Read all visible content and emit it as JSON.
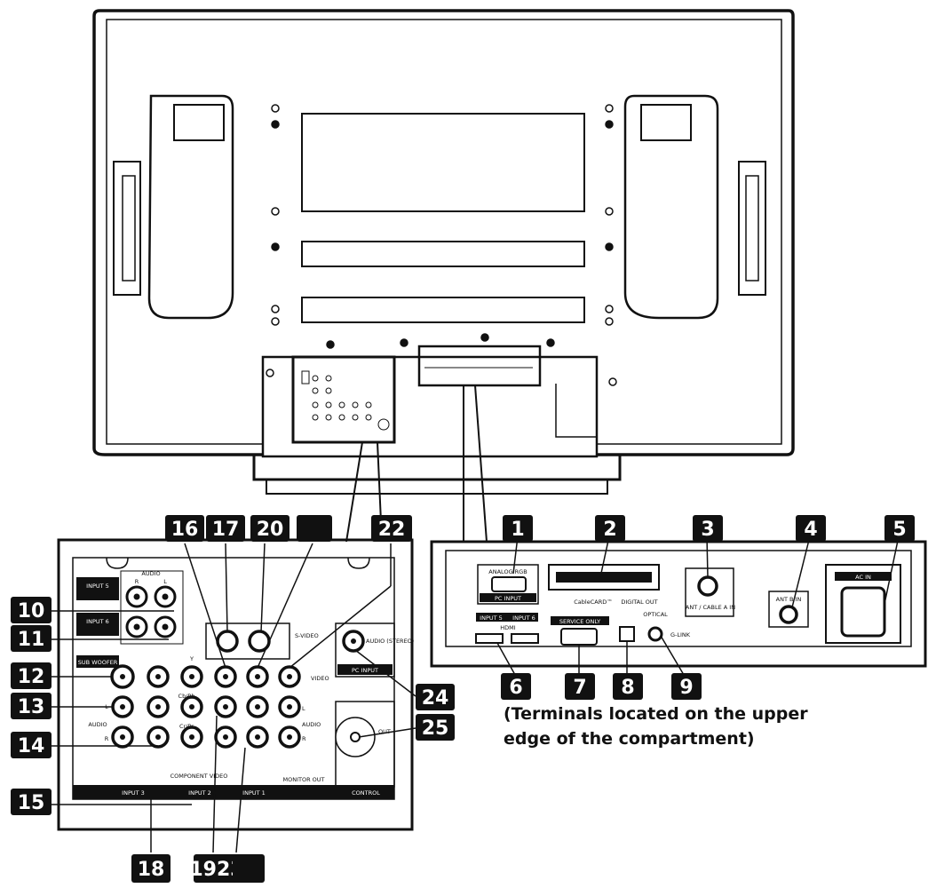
{
  "lower_left_panel": {
    "input5": "INPUT 5",
    "input6": "INPUT 6",
    "audio_header": "AUDIO",
    "audio_r": "R",
    "audio_l": "L",
    "sub_woofer": "SUB WOOFER",
    "y": "Y",
    "cb_pb": "Cb/Pb",
    "cr_pr": "Cr/Pr",
    "audio_side": "AUDIO",
    "l": "L",
    "r": "R",
    "component_video": "COMPONENT VIDEO",
    "s_video": "S-VIDEO",
    "video": "VIDEO",
    "audio_stereo": "AUDIO (STEREO)",
    "pc_input": "PC INPUT",
    "audio_right": "AUDIO",
    "out": "OUT",
    "input3": "INPUT 3",
    "input2": "INPUT 2",
    "input1": "INPUT 1",
    "monitor_out": "MONITOR OUT",
    "control": "CONTROL"
  },
  "upper_right_panel": {
    "analog_rgb": "ANALOG RGB",
    "pc_input": "PC INPUT",
    "cablecard": "CableCARD™",
    "ant_cable_a_in": "ANT / CABLE A IN",
    "ant_b_in": "ANT B IN",
    "ac_in": "AC IN",
    "input5": "INPUT 5",
    "input6": "INPUT 6",
    "hdmi": "HDMI",
    "service_only": "SERVICE ONLY",
    "digital_out": "DIGITAL OUT",
    "optical": "OPTICAL",
    "g_link": "G-LINK"
  },
  "callouts": [
    {
      "id": "c1",
      "label": "1"
    },
    {
      "id": "c2",
      "label": "2"
    },
    {
      "id": "c3",
      "label": "3"
    },
    {
      "id": "c4",
      "label": "4"
    },
    {
      "id": "c5",
      "label": "5"
    },
    {
      "id": "c6",
      "label": "6"
    },
    {
      "id": "c7",
      "label": "7"
    },
    {
      "id": "c8",
      "label": "8"
    },
    {
      "id": "c9",
      "label": "9"
    },
    {
      "id": "c10",
      "label": "10"
    },
    {
      "id": "c11",
      "label": "11"
    },
    {
      "id": "c12",
      "label": "12"
    },
    {
      "id": "c13",
      "label": "13"
    },
    {
      "id": "c14",
      "label": "14"
    },
    {
      "id": "c15",
      "label": "15"
    },
    {
      "id": "c16",
      "label": "16"
    },
    {
      "id": "c17",
      "label": "17"
    },
    {
      "id": "c18",
      "label": "18"
    },
    {
      "id": "c20",
      "label": "20"
    },
    {
      "id": "c21",
      "label": ""
    },
    {
      "id": "c22",
      "label": "22"
    },
    {
      "id": "c24",
      "label": "24"
    },
    {
      "id": "c25",
      "label": "25"
    },
    {
      "id": "c1923",
      "label": "1923"
    },
    {
      "id": "c_bl",
      "label": ""
    }
  ],
  "note_line1": "(Terminals located on the upper",
  "note_line2": "edge of the compartment)"
}
